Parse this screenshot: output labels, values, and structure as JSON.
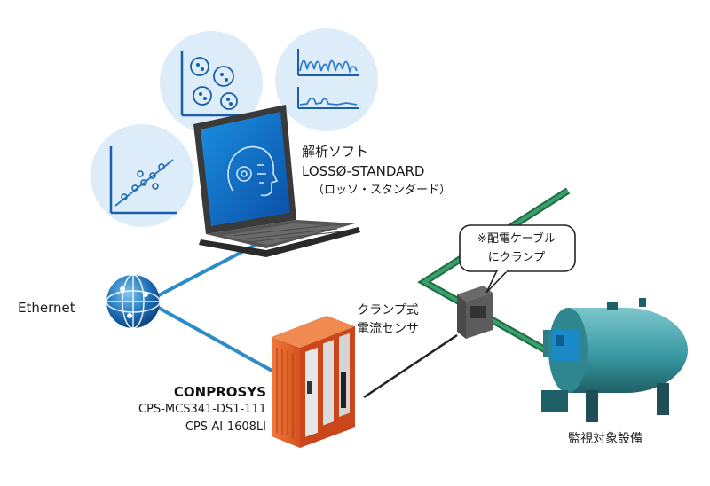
{
  "software": {
    "line1": "解析ソフト",
    "line2": "LOSSØ-STANDARD",
    "line3": "（ロッソ・スタンダード）"
  },
  "network": {
    "label": "Ethernet"
  },
  "sensor": {
    "line1": "クランプ式",
    "line2": "電流センサ"
  },
  "callout": {
    "line1": "※配電ケーブル",
    "line2": "にクランプ"
  },
  "device": {
    "name": "CONPROSYS",
    "model1": "CPS-MCS341-DS1-111",
    "model2": "CPS-AI-1608LI"
  },
  "equipment": {
    "label": "監視対象設備"
  },
  "colors": {
    "ethernet_line": "#2b8cc8",
    "cable_green": "#2e8b57",
    "bubble": "#dcecf8",
    "laptop_body": "#3a3a3a",
    "controller_orange": "#e8622a",
    "boiler_teal": "#3a9aa3"
  },
  "icons": [
    "scatter-plot-icon",
    "cluster-plot-icon",
    "waveform-plot-icon",
    "ai-gear-head-icon",
    "globe-network-icon"
  ]
}
